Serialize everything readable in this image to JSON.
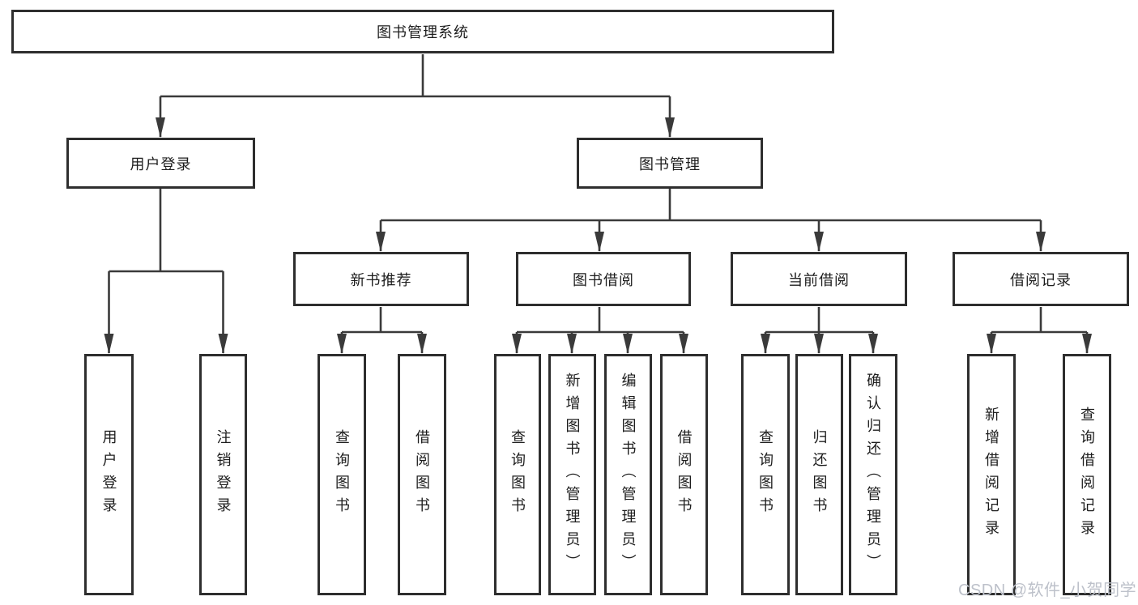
{
  "tree": {
    "label": "图书管理系统",
    "children": [
      {
        "label": "用户登录",
        "children": [
          {
            "label": "用户登录"
          },
          {
            "label": "注销登录"
          }
        ]
      },
      {
        "label": "图书管理",
        "children": [
          {
            "label": "新书推荐",
            "children": [
              {
                "label": "查询图书"
              },
              {
                "label": "借阅图书"
              }
            ]
          },
          {
            "label": "图书借阅",
            "children": [
              {
                "label": "查询图书"
              },
              {
                "label": "新增图书（管理员）"
              },
              {
                "label": "编辑图书（管理员）"
              },
              {
                "label": "借阅图书"
              }
            ]
          },
          {
            "label": "当前借阅",
            "children": [
              {
                "label": "查询图书"
              },
              {
                "label": "归还图书"
              },
              {
                "label": "确认归还（管理员）"
              }
            ]
          },
          {
            "label": "借阅记录",
            "children": [
              {
                "label": "新增借阅记录"
              },
              {
                "label": "查询借阅记录"
              }
            ]
          }
        ]
      }
    ]
  },
  "watermark": {
    "text": "CSDN @软件_小贺同学"
  },
  "colors": {
    "background": "#ffffff",
    "box_border": "#2e2e2e",
    "connector_line": "#3a3a3a",
    "text": "#1d1d1d",
    "watermark": "#bdc1ca"
  }
}
